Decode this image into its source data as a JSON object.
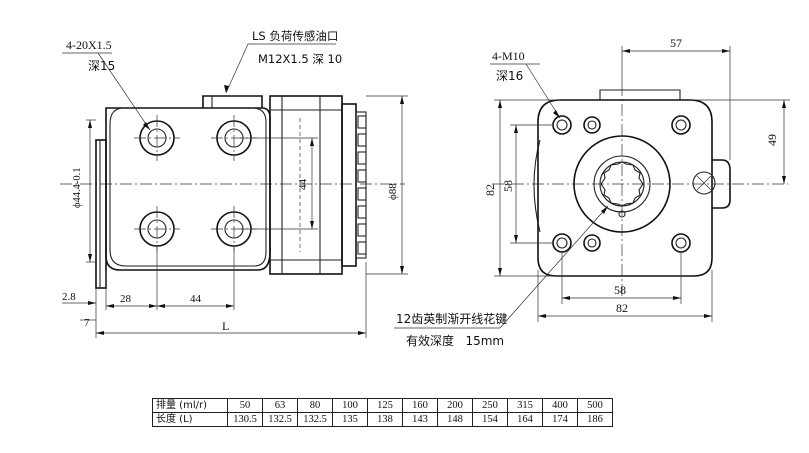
{
  "left_view": {
    "port_note_line1": "4-20X1.5",
    "port_note_line2": "深15",
    "ls_note_line1": "LS 负荷传感油口",
    "ls_note_line2": "M12X1.5 深 10",
    "dim_pilot_dia": "ϕ44.4-0.1",
    "dim_44_vert": "44",
    "dim_dia_88": "ϕ88",
    "dim_2_8": "2.8",
    "dim_28": "28",
    "dim_44_horiz": "44",
    "dim_7": "7",
    "dim_L": "L"
  },
  "right_view": {
    "thread_note_line1": "4-M10",
    "thread_note_line2": "深16",
    "dim_57": "57",
    "dim_49": "49",
    "dim_82_vert": "82",
    "dim_58_vert": "58",
    "dim_58_horiz": "58",
    "dim_82_horiz": "82",
    "spline_note_line1": "12齿英制渐开线花键",
    "spline_note_line2": "有效深度   15mm"
  },
  "table": {
    "row1_label": "排量 (ml/r)",
    "row2_label": "长度 (L)",
    "displacements": [
      "50",
      "63",
      "80",
      "100",
      "125",
      "160",
      "200",
      "250",
      "315",
      "400",
      "500"
    ],
    "lengths": [
      "130.5",
      "132.5",
      "132.5",
      "135",
      "138",
      "143",
      "148",
      "154",
      "164",
      "174",
      "186"
    ]
  }
}
